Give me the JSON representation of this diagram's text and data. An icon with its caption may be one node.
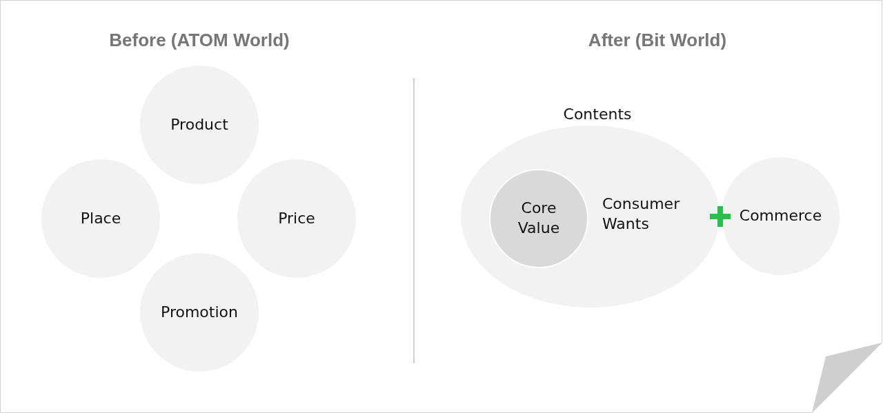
{
  "diagram": {
    "nodes": [
      {
        "text": [
          "Product"
        ]
      },
      {
        "text": [
          "Place"
        ]
      },
      {
        "text": [
          "Price"
        ]
      },
      {
        "text": [
          "Promotion"
        ]
      },
      {
        "text": [
          "Contents",
          "Consumer Wants"
        ]
      },
      {
        "text": [
          "Core Value"
        ],
        "in": 4
      },
      {
        "text": [
          "Commerce"
        ]
      }
    ],
    "labels": [
      "Before (ATOM World)",
      "After (Bit World)"
    ]
  }
}
